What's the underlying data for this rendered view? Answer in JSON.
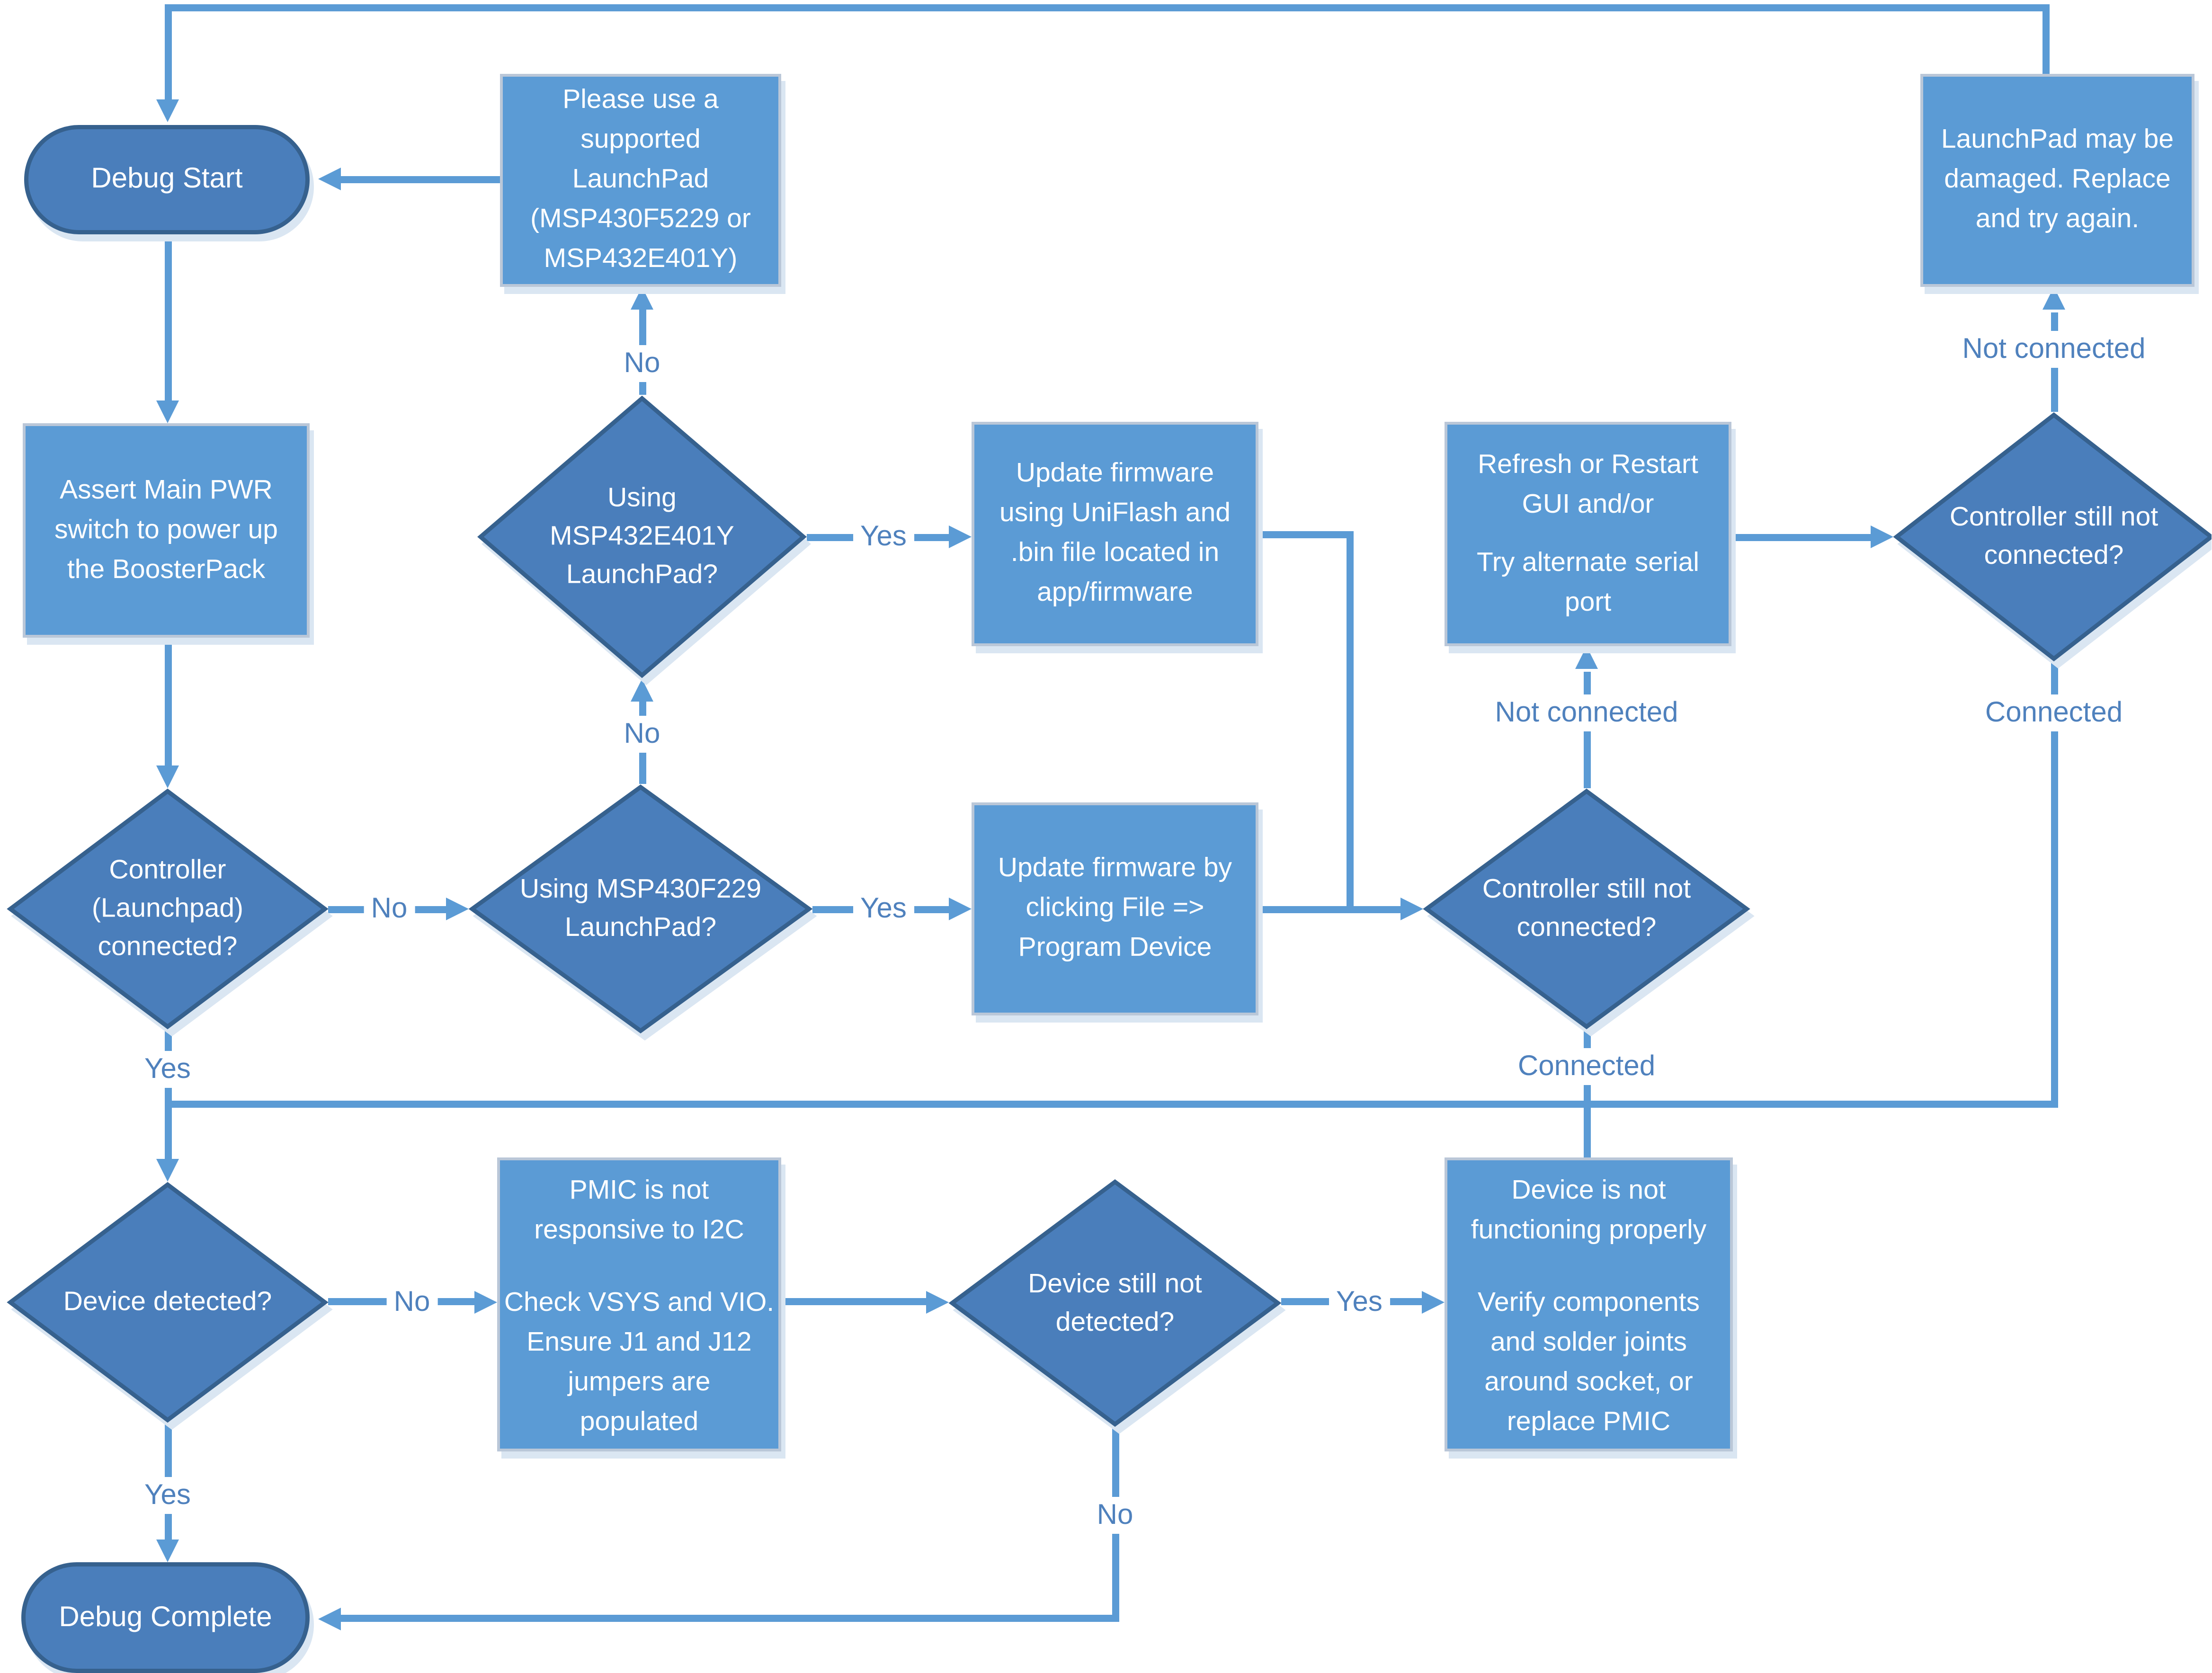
{
  "diagram_type": "flowchart",
  "colors": {
    "process_fill": "#5b9bd5",
    "decision_fill": "#4a7ebb",
    "terminator_fill": "#4a7ebb",
    "shape_border_dark": "#36618e",
    "shape_border_light": "#bac7d8",
    "connector": "#5b9bd5",
    "edge_label_text": "#4f81bd",
    "shape_text": "#ffffff",
    "shadow": "#dae6f2",
    "background": "#ffffff"
  },
  "labels": {
    "yes": "Yes",
    "no": "No",
    "connected": "Connected",
    "not_connected": "Not connected"
  },
  "nodes": {
    "debug_start": {
      "type": "terminator",
      "lines": [
        "Debug Start"
      ]
    },
    "please_use_supported": {
      "type": "process",
      "lines": [
        "Please use a",
        "supported",
        "LaunchPad",
        "(MSP430F5229 or",
        "MSP432E401Y)"
      ]
    },
    "launchpad_damaged": {
      "type": "process",
      "lines": [
        "LaunchPad may be",
        "damaged. Replace",
        "and try again."
      ]
    },
    "assert_main_pwr": {
      "type": "process",
      "lines": [
        "Assert Main PWR",
        "switch to power up",
        "the BoosterPack"
      ]
    },
    "using_msp432e401y": {
      "type": "decision",
      "lines": [
        "Using",
        "MSP432E401Y",
        "LaunchPad?"
      ]
    },
    "update_fw_uniflash": {
      "type": "process",
      "lines": [
        "Update firmware",
        "using UniFlash and",
        ".bin file located in",
        "app/firmware"
      ]
    },
    "refresh_restart_gui": {
      "type": "process",
      "lines": [
        "Refresh or Restart",
        "GUI and/or"
      ],
      "lines2": [
        "Try alternate serial",
        "port"
      ]
    },
    "controller_still_not_connected_right": {
      "type": "decision",
      "lines": [
        "Controller still not",
        "connected?"
      ]
    },
    "controller_connected": {
      "type": "decision",
      "lines": [
        "Controller",
        "(Launchpad)",
        "connected?"
      ]
    },
    "using_msp430f229": {
      "type": "decision",
      "lines": [
        "Using MSP430F229",
        "LaunchPad?"
      ]
    },
    "update_fw_file": {
      "type": "process",
      "lines": [
        "Update firmware by",
        "clicking File =>",
        "Program Device"
      ]
    },
    "controller_still_not_connected_mid": {
      "type": "decision",
      "lines": [
        "Controller still not",
        "connected?"
      ]
    },
    "device_detected": {
      "type": "decision",
      "lines": [
        "Device detected?"
      ]
    },
    "pmic_not_responsive": {
      "type": "process",
      "lines": [
        "PMIC is not",
        "responsive to I2C"
      ],
      "lines2": [
        "Check VSYS and VIO.",
        "Ensure J1 and J12",
        "jumpers are",
        "populated"
      ]
    },
    "device_still_not_detected": {
      "type": "decision",
      "lines": [
        "Device still not",
        "detected?"
      ]
    },
    "device_not_functioning": {
      "type": "process",
      "lines": [
        "Device is not",
        "functioning properly"
      ],
      "lines2": [
        "Verify components",
        "and solder joints",
        "around socket, or",
        "replace PMIC"
      ]
    },
    "debug_complete": {
      "type": "terminator",
      "lines": [
        "Debug Complete"
      ]
    }
  },
  "edges": [
    {
      "from": "debug_start",
      "to": "assert_main_pwr",
      "label": ""
    },
    {
      "from": "assert_main_pwr",
      "to": "controller_connected",
      "label": ""
    },
    {
      "from": "controller_connected",
      "to": "using_msp430f229",
      "label": "No"
    },
    {
      "from": "controller_connected",
      "to": "device_detected",
      "label": "Yes"
    },
    {
      "from": "using_msp430f229",
      "to": "using_msp432e401y",
      "label": "No"
    },
    {
      "from": "using_msp430f229",
      "to": "update_fw_file",
      "label": "Yes"
    },
    {
      "from": "using_msp432e401y",
      "to": "please_use_supported",
      "label": "No"
    },
    {
      "from": "using_msp432e401y",
      "to": "update_fw_uniflash",
      "label": "Yes"
    },
    {
      "from": "please_use_supported",
      "to": "debug_start",
      "label": ""
    },
    {
      "from": "update_fw_uniflash",
      "to": "controller_still_not_connected_mid",
      "label": ""
    },
    {
      "from": "update_fw_file",
      "to": "controller_still_not_connected_mid",
      "label": ""
    },
    {
      "from": "controller_still_not_connected_mid",
      "to": "refresh_restart_gui",
      "label": "Not connected"
    },
    {
      "from": "controller_still_not_connected_mid",
      "to": "device_not_functioning",
      "label": "Connected"
    },
    {
      "from": "refresh_restart_gui",
      "to": "controller_still_not_connected_right",
      "label": ""
    },
    {
      "from": "controller_still_not_connected_right",
      "to": "launchpad_damaged",
      "label": "Not connected"
    },
    {
      "from": "controller_still_not_connected_right",
      "to": "device_detected",
      "label": "Connected"
    },
    {
      "from": "launchpad_damaged",
      "to": "debug_start",
      "label": ""
    },
    {
      "from": "device_detected",
      "to": "pmic_not_responsive",
      "label": "No"
    },
    {
      "from": "device_detected",
      "to": "debug_complete",
      "label": "Yes"
    },
    {
      "from": "pmic_not_responsive",
      "to": "device_still_not_detected",
      "label": ""
    },
    {
      "from": "device_still_not_detected",
      "to": "device_not_functioning",
      "label": "Yes"
    },
    {
      "from": "device_still_not_detected",
      "to": "debug_complete",
      "label": "No"
    }
  ]
}
